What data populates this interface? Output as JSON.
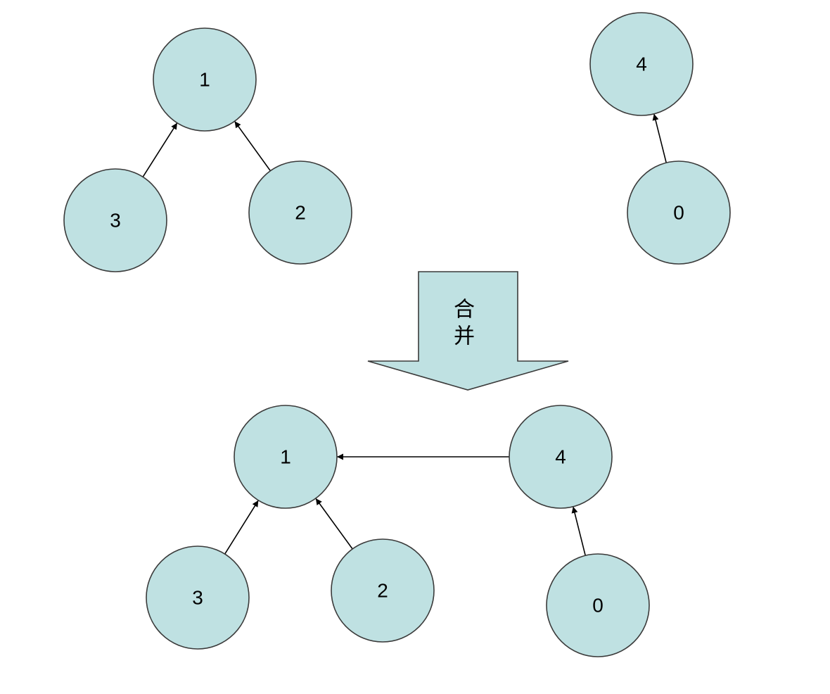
{
  "diagram": {
    "before": {
      "nodes": [
        {
          "id": "b1",
          "label": "1"
        },
        {
          "id": "b3",
          "label": "3"
        },
        {
          "id": "b2",
          "label": "2"
        },
        {
          "id": "b4",
          "label": "4"
        },
        {
          "id": "b0",
          "label": "0"
        }
      ],
      "edges": [
        {
          "from": "b3",
          "to": "b1"
        },
        {
          "from": "b2",
          "to": "b1"
        },
        {
          "from": "b0",
          "to": "b4"
        }
      ]
    },
    "merge_arrow": {
      "label_line1": "合",
      "label_line2": "并"
    },
    "after": {
      "nodes": [
        {
          "id": "a1",
          "label": "1"
        },
        {
          "id": "a4",
          "label": "4"
        },
        {
          "id": "a3",
          "label": "3"
        },
        {
          "id": "a2",
          "label": "2"
        },
        {
          "id": "a0",
          "label": "0"
        }
      ],
      "edges": [
        {
          "from": "a4",
          "to": "a1"
        },
        {
          "from": "a3",
          "to": "a1"
        },
        {
          "from": "a2",
          "to": "a1"
        },
        {
          "from": "a0",
          "to": "a4"
        }
      ]
    },
    "colors": {
      "node_fill": "#bfe1e2",
      "node_stroke": "#3a3a3a",
      "edge": "#000000"
    }
  }
}
